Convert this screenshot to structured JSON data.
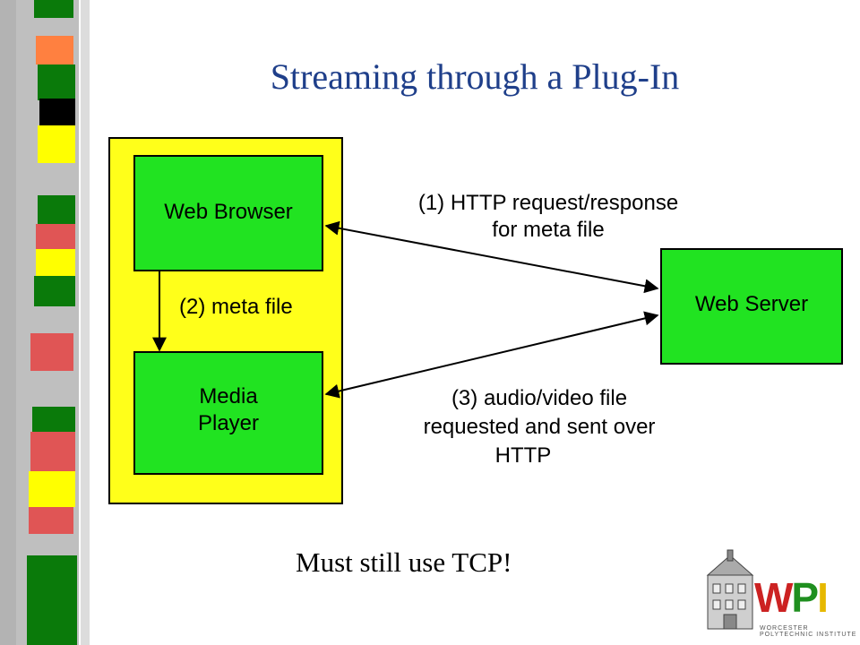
{
  "slide": {
    "title": "Streaming through a Plug-In",
    "note": "Must still use TCP!"
  },
  "diagram": {
    "browser_label": "Web Browser",
    "player_label_line1": "Media",
    "player_label_line2": "Player",
    "server_label": "Web Server",
    "label1_line1": "(1) HTTP request/response",
    "label1_line2": "for meta file",
    "label2": "(2)  meta file",
    "label3_line1": "(3) audio/video file",
    "label3_line2": "requested and sent over",
    "label3_line3": "HTTP"
  },
  "logo": {
    "text": "WPI",
    "subtitle": "WORCESTER POLYTECHNIC INSTITUTE"
  },
  "colors": {
    "title": "#1f3f8a",
    "box_green": "#21e321",
    "box_yellow": "#ffff1a",
    "sidebar_green": "#0a7a0a",
    "sidebar_red": "#e05555",
    "sidebar_yellow": "#ffff00",
    "sidebar_orange": "#ff8040",
    "wpi_red": "#cc2222"
  }
}
